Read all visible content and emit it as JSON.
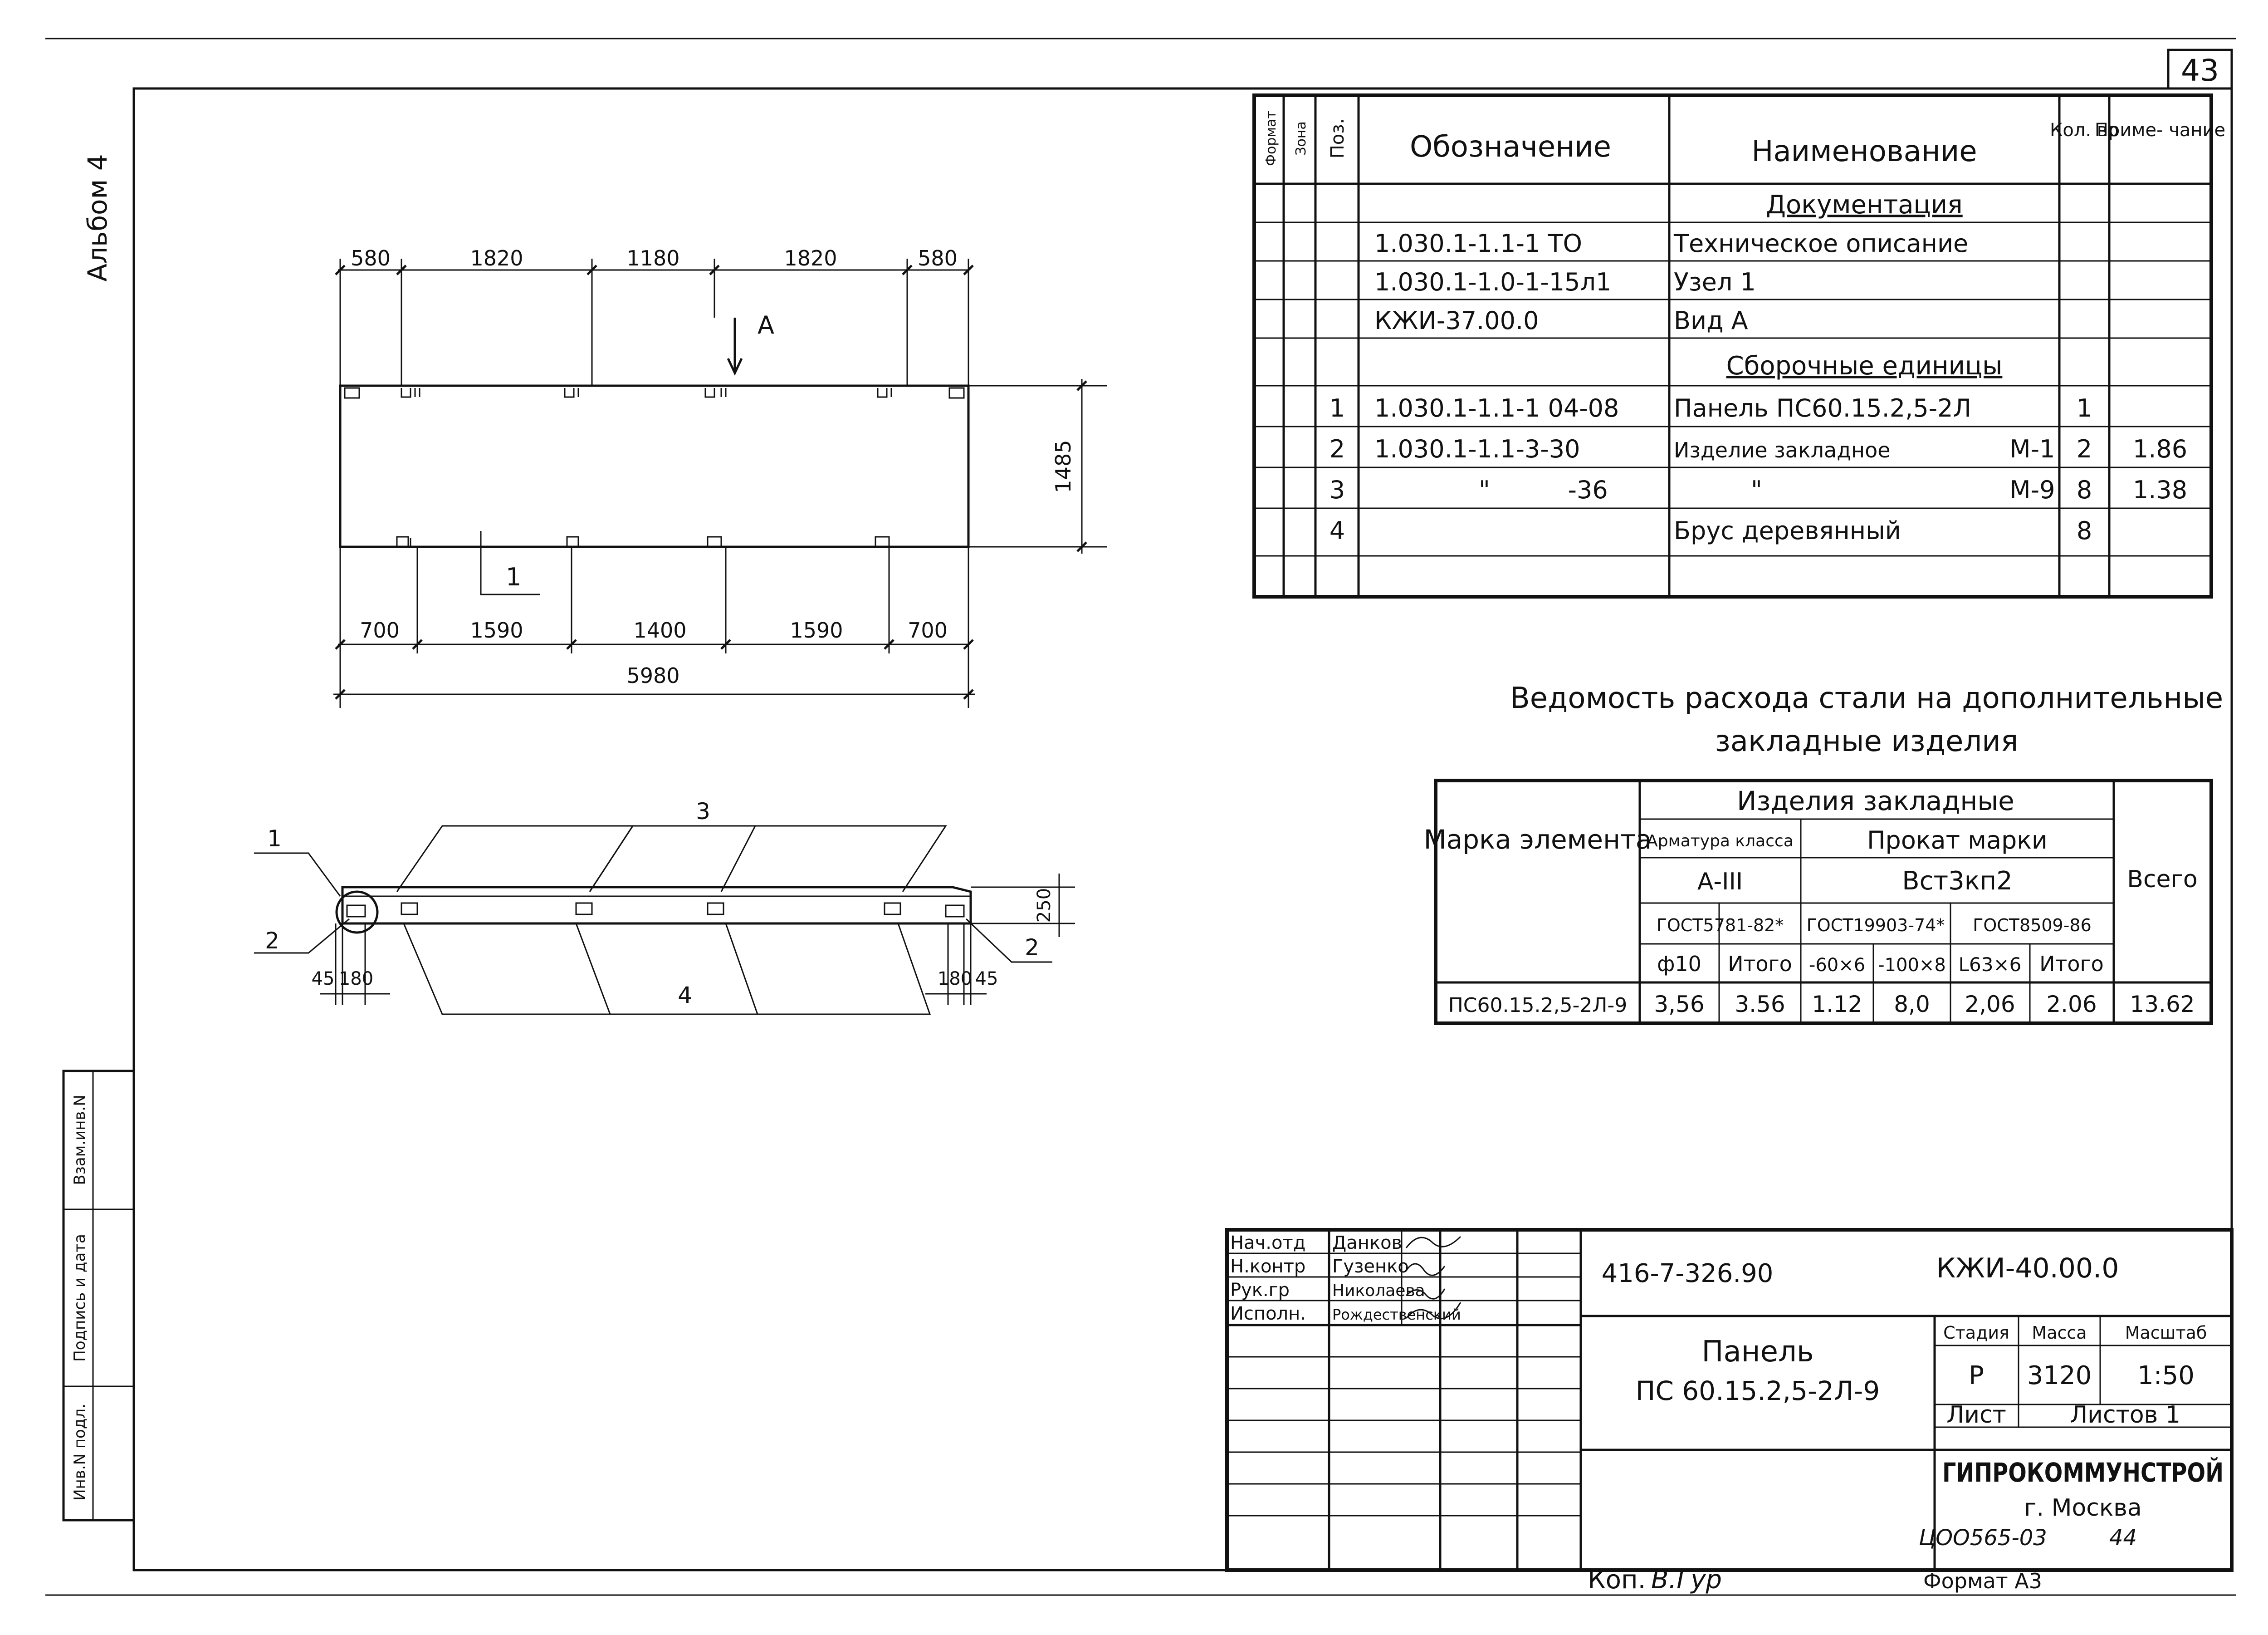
{
  "sheet": {
    "page_number": "43",
    "album": "Альбом 4",
    "copy_mark": "Коп.",
    "copy_signature": "В.Гур",
    "format": "Формат А3",
    "archive_number": "ЦОО565-03",
    "archive_sheet": "44"
  },
  "plan": {
    "top_dims": [
      "580",
      "1820",
      "1180",
      "1820",
      "580"
    ],
    "bottom_dims": [
      "700",
      "1590",
      "1400",
      "1590",
      "700"
    ],
    "overall_length": "5980",
    "height": "1485",
    "view_label": "А",
    "node_label": "1"
  },
  "section": {
    "pos_1": "1",
    "pos_2_left": "2",
    "pos_2_right": "2",
    "pos_3": "3",
    "pos_4": "4",
    "dim_45_left": "45",
    "dim_180_left": "180",
    "dim_180_right": "180",
    "dim_45_right": "45",
    "dim_250": "250"
  },
  "spec": {
    "headers": {
      "format": "Формат",
      "zone": "Зона",
      "pos": "Поз.",
      "designation": "Обозначение",
      "name": "Наименование",
      "qty": "Кол. во",
      "note": "Приме- чание"
    },
    "rows": [
      {
        "pos": "",
        "designation": "",
        "name": "Документация",
        "qty": "",
        "note": "",
        "heading": true
      },
      {
        "pos": "",
        "designation": "1.030.1-1.1-1 ТО",
        "name": "Техническое описание",
        "qty": "",
        "note": ""
      },
      {
        "pos": "",
        "designation": "1.030.1-1.0-1-15л1",
        "name": "Узел 1",
        "qty": "",
        "note": ""
      },
      {
        "pos": "",
        "designation": "КЖИ-37.00.0",
        "name": "Вид А",
        "qty": "",
        "note": ""
      },
      {
        "pos": "",
        "designation": "",
        "name": "Сборочные единицы",
        "qty": "",
        "note": "",
        "heading": true
      },
      {
        "pos": "1",
        "designation": "1.030.1-1.1-1 04-08",
        "name": "Панель ПС60.15.2,5-2Л",
        "qty": "1",
        "note": ""
      },
      {
        "pos": "2",
        "designation": "1.030.1-1.1-3-30",
        "name": "Изделие закладное",
        "mark": "М-1",
        "qty": "2",
        "note": "1.86"
      },
      {
        "pos": "3",
        "designation": "\"          -36",
        "name": "\"",
        "mark": "М-9",
        "qty": "8",
        "note": "1.38"
      },
      {
        "pos": "4",
        "designation": "",
        "name": "Брус деревянный",
        "qty": "8",
        "note": ""
      }
    ]
  },
  "steel": {
    "title_line1": "Ведомость расхода стали на дополнительные",
    "title_line2": "закладные изделия",
    "h_mark": "Марка элемента",
    "h_items": "Изделия закладные",
    "h_rebar": "Арматура класса",
    "h_rolled": "Прокат марки",
    "h_rebar_class": "А-III",
    "h_rolled_grade": "Вст3кп2",
    "h_total": "Всего",
    "h_gost1": "ГОСТ5781-82*",
    "h_gost2": "ГОСТ19903-74*",
    "h_gost3": "ГОСТ8509-86",
    "h_c1": "ф10",
    "h_c2": "Итого",
    "h_c3": "-60×6",
    "h_c4": "-100×8",
    "h_c5": "L63×6",
    "h_c6": "Итого",
    "row": [
      "ПС60.15.2,5-2Л-9",
      "3,56",
      "3.56",
      "1.12",
      "8,0",
      "2,06",
      "2.06",
      "13.62"
    ]
  },
  "stamp": {
    "roles": [
      "Нач.отд",
      "Н.контр",
      "Рук.гр",
      "Исполн."
    ],
    "people": [
      "Данков",
      "Гузенко",
      "Николаева",
      "Рождественский"
    ],
    "project_code": "416-7-326.90",
    "doc_code": "КЖИ-40.00.0",
    "title_line1": "Панель",
    "title_line2": "ПС 60.15.2,5-2Л-9",
    "stage_label": "Стадия",
    "mass_label": "Масса",
    "scale_label": "Масштаб",
    "stage": "Р",
    "mass": "3120",
    "scale": "1:50",
    "sheet_label": "Лист",
    "sheets_label": "Листов 1",
    "org": "ГИПРОКОММУНСТРОЙ",
    "city": "г. Москва"
  },
  "side_stamp": [
    "Инв.N подл.",
    "Подпись и дата",
    "Взам.инв.N"
  ]
}
